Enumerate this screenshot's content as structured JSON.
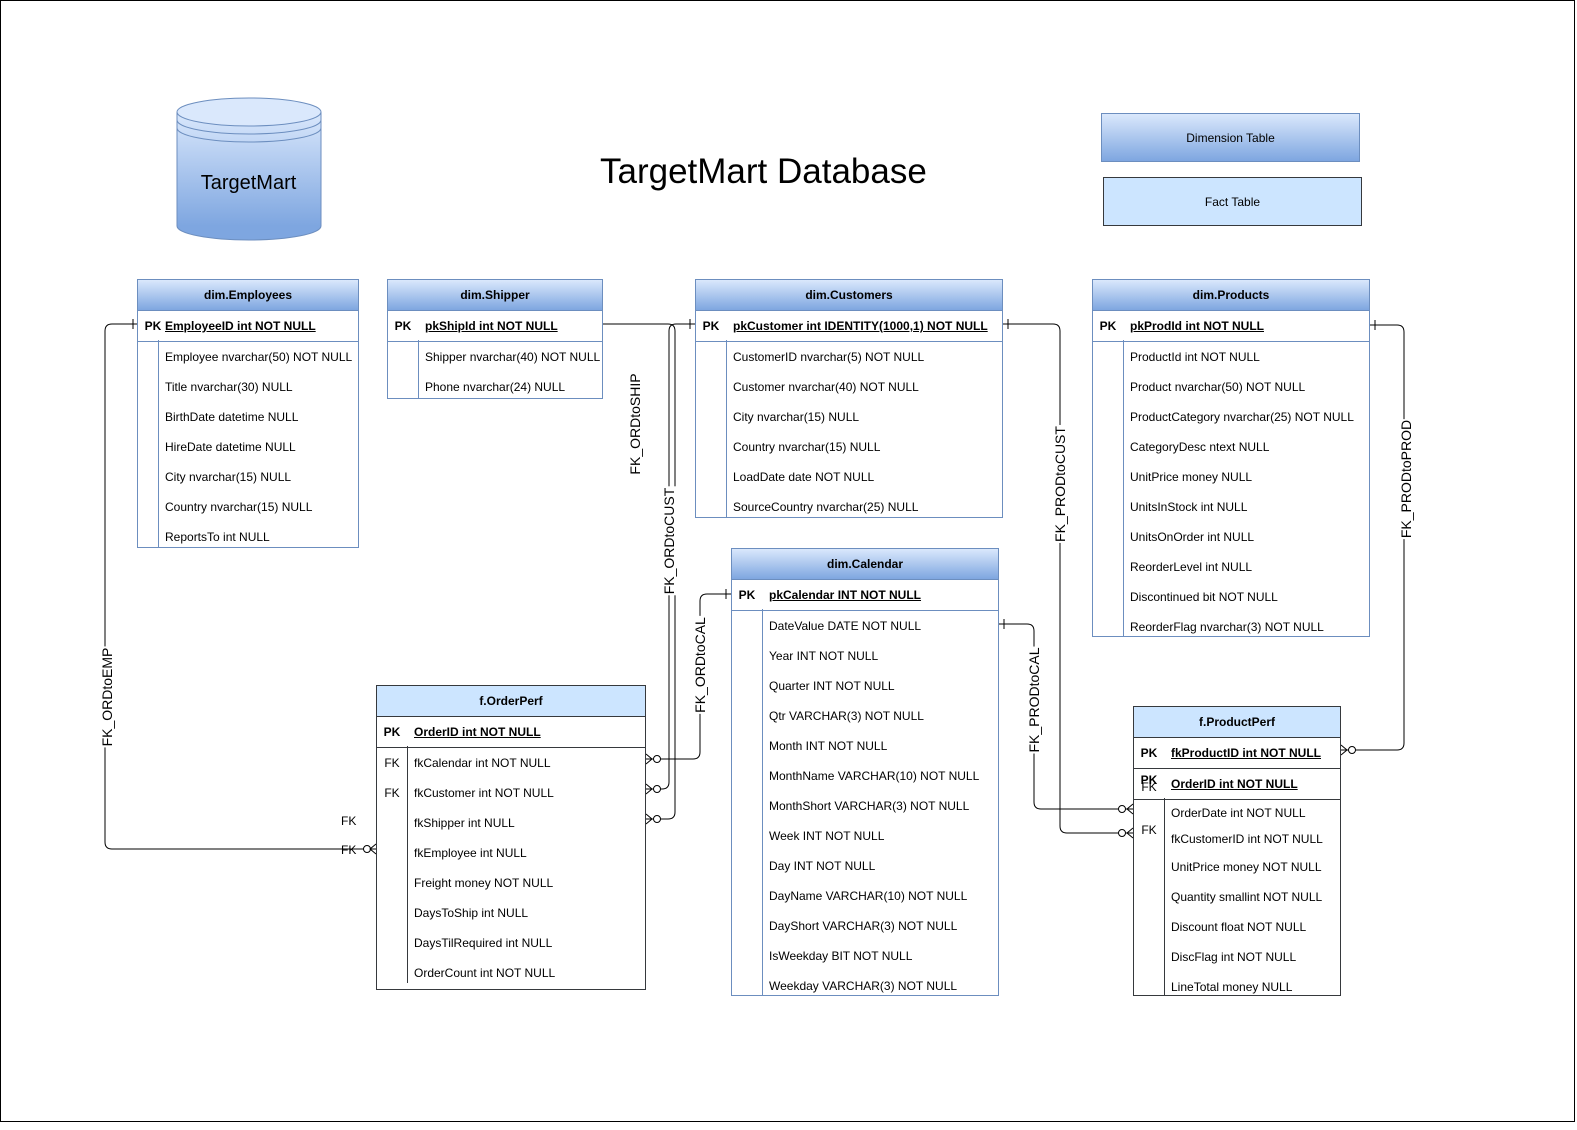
{
  "title": "TargetMart Database",
  "database_label": "TargetMart",
  "legend": {
    "dimension": "Dimension Table",
    "fact": "Fact Table"
  },
  "colors": {
    "dimension_top": "#dae8fc",
    "dimension_bottom": "#7ea6e0",
    "fact": "#cce5ff",
    "border": "#6c8ebf",
    "line": "#000000"
  },
  "tables": {
    "employees": {
      "name": "dim.Employees",
      "pk": {
        "key": "PK",
        "field": "EmployeeID int NOT NULL"
      },
      "fields": [
        "Employee nvarchar(50) NOT NULL",
        "Title nvarchar(30) NULL",
        "BirthDate datetime NULL",
        "HireDate datetime NULL",
        "City nvarchar(15) NULL",
        "Country nvarchar(15) NULL",
        "ReportsTo int NULL"
      ]
    },
    "shipper": {
      "name": "dim.Shipper",
      "pk": {
        "key": "PK",
        "field": "pkShipId int NOT NULL"
      },
      "fields": [
        "Shipper nvarchar(40) NOT NULL",
        "Phone nvarchar(24)  NULL"
      ]
    },
    "customers": {
      "name": "dim.Customers",
      "pk": {
        "key": "PK",
        "field": "pkCustomer int IDENTITY(1000,1) NOT NULL"
      },
      "fields": [
        "CustomerID nvarchar(5) NOT NULL",
        "Customer nvarchar(40) NOT NULL",
        "City nvarchar(15) NULL",
        "Country nvarchar(15) NULL",
        "LoadDate date NOT NULL",
        "SourceCountry nvarchar(25) NULL"
      ]
    },
    "products": {
      "name": "dim.Products",
      "pk": {
        "key": "PK",
        "field": "pkProdId int NOT NULL"
      },
      "fields": [
        "ProductId int NOT NULL",
        "Product nvarchar(50) NOT NULL",
        "ProductCategory nvarchar(25) NOT NULL",
        "CategoryDesc ntext NULL",
        "UnitPrice money NULL",
        "UnitsInStock int NULL",
        "UnitsOnOrder int NULL",
        "ReorderLevel int NULL",
        "Discontinued bit NOT NULL",
        "ReorderFlag nvarchar(3) NOT NULL"
      ]
    },
    "calendar": {
      "name": "dim.Calendar",
      "pk": {
        "key": "PK",
        "field": "pkCalendar INT NOT NULL"
      },
      "fields": [
        "DateValue DATE NOT NULL",
        "Year INT NOT NULL",
        "Quarter INT NOT NULL",
        "Qtr VARCHAR(3) NOT NULL",
        "Month INT NOT NULL",
        "MonthName VARCHAR(10) NOT NULL",
        "MonthShort VARCHAR(3) NOT NULL",
        "Week INT NOT NULL",
        "Day INT NOT NULL",
        "DayName VARCHAR(10) NOT NULL",
        "DayShort VARCHAR(3) NOT NULL",
        "IsWeekday BIT NOT NULL",
        "Weekday VARCHAR(3) NOT NULL"
      ]
    },
    "orderperf": {
      "name": "f.OrderPerf",
      "pk": {
        "key": "PK",
        "field": "OrderID int NOT NULL"
      },
      "rows": [
        {
          "key": "FK",
          "field": "fkCalendar int NOT NULL"
        },
        {
          "key": "FK",
          "field": "fkCustomer int NOT NULL"
        },
        {
          "key": "",
          "field": "fkShipper int NULL"
        },
        {
          "key": "",
          "field": "fkEmployee int NULL"
        },
        {
          "key": "",
          "field": "Freight money NOT NULL"
        },
        {
          "key": "",
          "field": "DaysToShip int NULL"
        },
        {
          "key": "",
          "field": "DaysTilRequired int NULL"
        },
        {
          "key": "",
          "field": "OrderCount int NOT NULL"
        }
      ],
      "outer_fk_labels": [
        "FK",
        "FK"
      ]
    },
    "productperf": {
      "name": "f.ProductPerf",
      "pk1": {
        "key": "PK",
        "field": "fkProductID int NOT NULL"
      },
      "pk2": {
        "key": "PK",
        "key_overlay": "FK",
        "field": "OrderID int NOT NULL"
      },
      "rows": [
        {
          "key": "",
          "field": "OrderDate int NOT NULL"
        },
        {
          "key": "FK",
          "field": "fkCustomerID int NOT NULL"
        },
        {
          "key": "",
          "field": "UnitPrice money NOT NULL"
        },
        {
          "key": "",
          "field": "Quantity smallint NOT NULL"
        },
        {
          "key": "",
          "field": "Discount float NOT NULL"
        },
        {
          "key": "",
          "field": "DiscFlag int NOT NULL"
        },
        {
          "key": "",
          "field": "LineTotal money NULL"
        }
      ]
    }
  },
  "relationships": [
    "FK_ORDtoSHIP",
    "FK_ORDtoCUST",
    "FK_ORDtoCAL",
    "FK_ORDtoEMP",
    "FK_PRODtoCUST",
    "FK_PRODtoCAL",
    "FK_PRODtoPROD"
  ]
}
